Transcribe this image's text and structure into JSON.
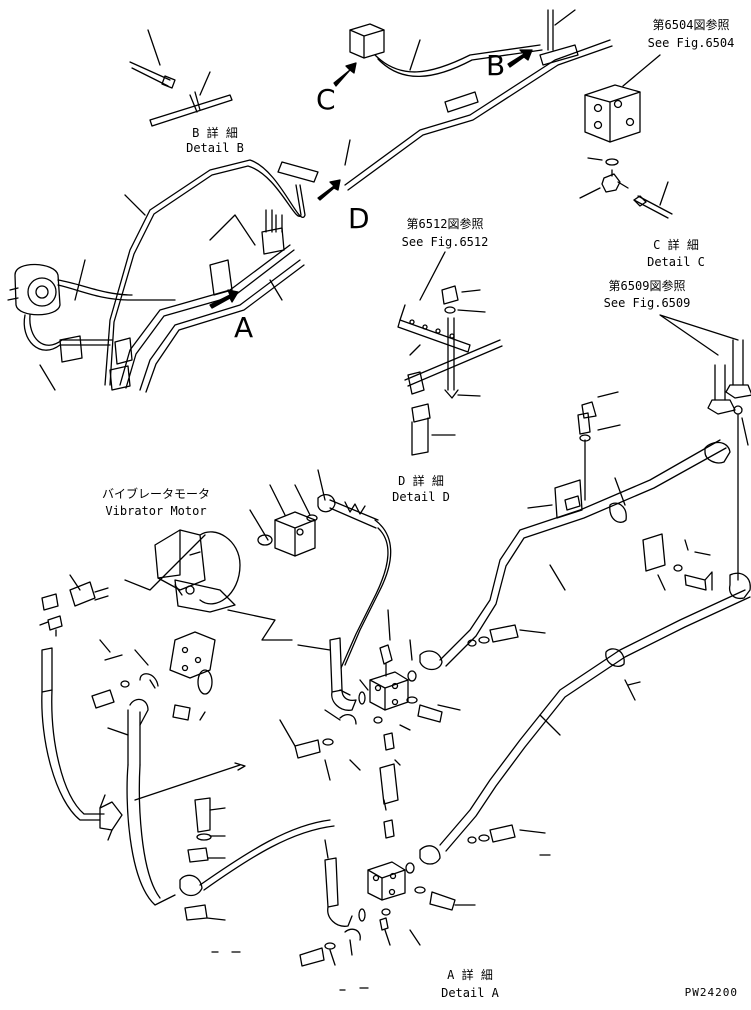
{
  "callouts": {
    "a": "A",
    "b": "B",
    "c": "C",
    "d": "D"
  },
  "details": {
    "b_jp": "B 詳 細",
    "b_en": "Detail B",
    "c_jp": "C 詳 細",
    "c_en": "Detail C",
    "d_jp": "D 詳 細",
    "d_en": "Detail D",
    "a_jp": "A 詳 細",
    "a_en": "Detail A"
  },
  "refs": {
    "fig6504_jp": "第6504図参照",
    "fig6504_en": "See Fig.6504",
    "fig6512_jp": "第6512図参照",
    "fig6512_en": "See Fig.6512",
    "fig6509_jp": "第6509図参照",
    "fig6509_en": "See Fig.6509"
  },
  "motor": {
    "jp": "バイブレータモータ",
    "en": "Vibrator Motor"
  },
  "drawing_no": "PW24200",
  "colors": {
    "ink": "#000000",
    "paper": "#ffffff"
  }
}
